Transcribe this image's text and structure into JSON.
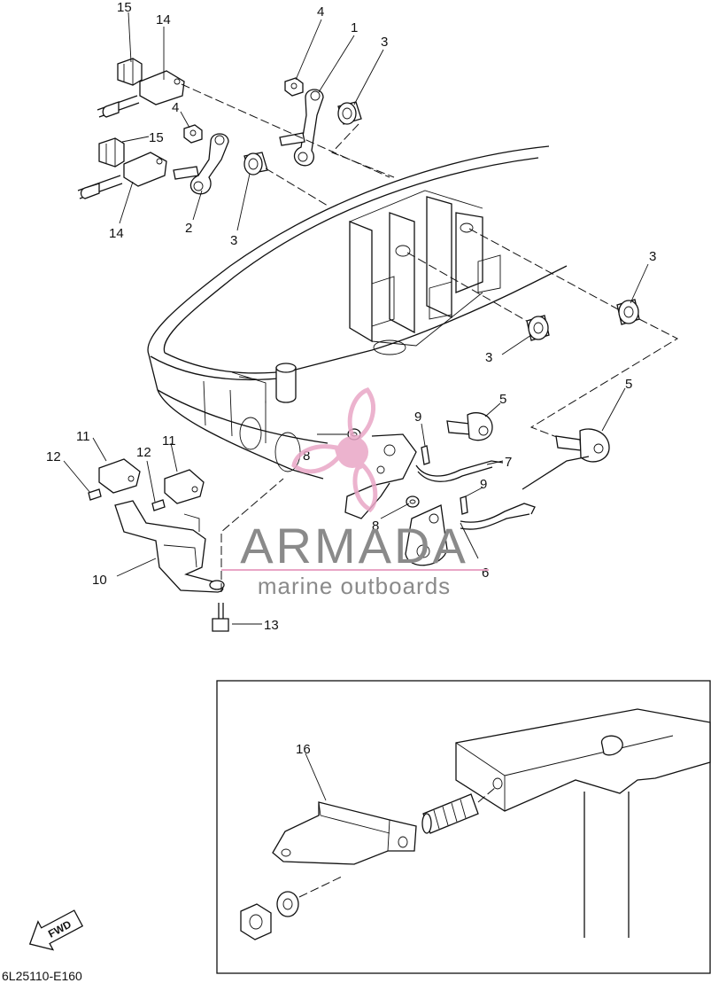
{
  "callouts": {
    "c15a": "15",
    "c14a": "14",
    "c4a": "4",
    "c1": "1",
    "c3a": "3",
    "c4b": "4",
    "c15b": "15",
    "c14b": "14",
    "c2": "2",
    "c3b": "3",
    "c3c": "3",
    "c3d": "3",
    "c5a": "5",
    "c5b": "5",
    "c9a": "9",
    "c9b": "9",
    "c8a": "8",
    "c8b": "8",
    "c7": "7",
    "c6": "6",
    "c11a": "11",
    "c11b": "11",
    "c12a": "12",
    "c12b": "12",
    "c10": "10",
    "c13": "13",
    "c16": "16"
  },
  "watermark": {
    "brand": "ARMADA",
    "tagline": "marine outboards",
    "accent_color": "#e9a6c6",
    "text_color": "#8a8a8a"
  },
  "fwd_label": "FWD",
  "diagram_code": "6L25110-E160"
}
